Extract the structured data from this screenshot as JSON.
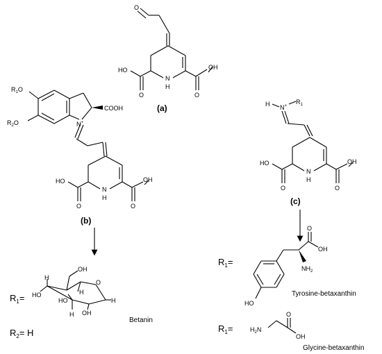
{
  "labels": {
    "a": "(a)",
    "b": "(b)",
    "c": "(c)"
  },
  "atoms": {
    "HO": "HO",
    "OH": "OH",
    "O": "O",
    "N": "N",
    "H": "H",
    "NH": "N",
    "COOH": "COOH",
    "R1O": "R",
    "R1O_sub": "1",
    "R1O_tail": "O",
    "R2O": "R",
    "R2O_sub": "2",
    "R2O_tail": "O",
    "N_plus": "+",
    "R1": "R",
    "R1_sub": "1",
    "NH2": "NH",
    "NH2_sub": "2",
    "H2N": "H",
    "H2N_sub": "2",
    "H2N_tail": "N"
  },
  "substituents": {
    "r1_eq": "R",
    "r1_sub": "1",
    "r1_eq_tail": "=",
    "r2_eq": "R",
    "r2_sub": "2",
    "r2_eq_tail": "= H"
  },
  "names": {
    "betanin": "Betanin",
    "tyrosine": "Tyrosine-betaxanthin",
    "glycine": "Glycine-betaxanthin"
  }
}
